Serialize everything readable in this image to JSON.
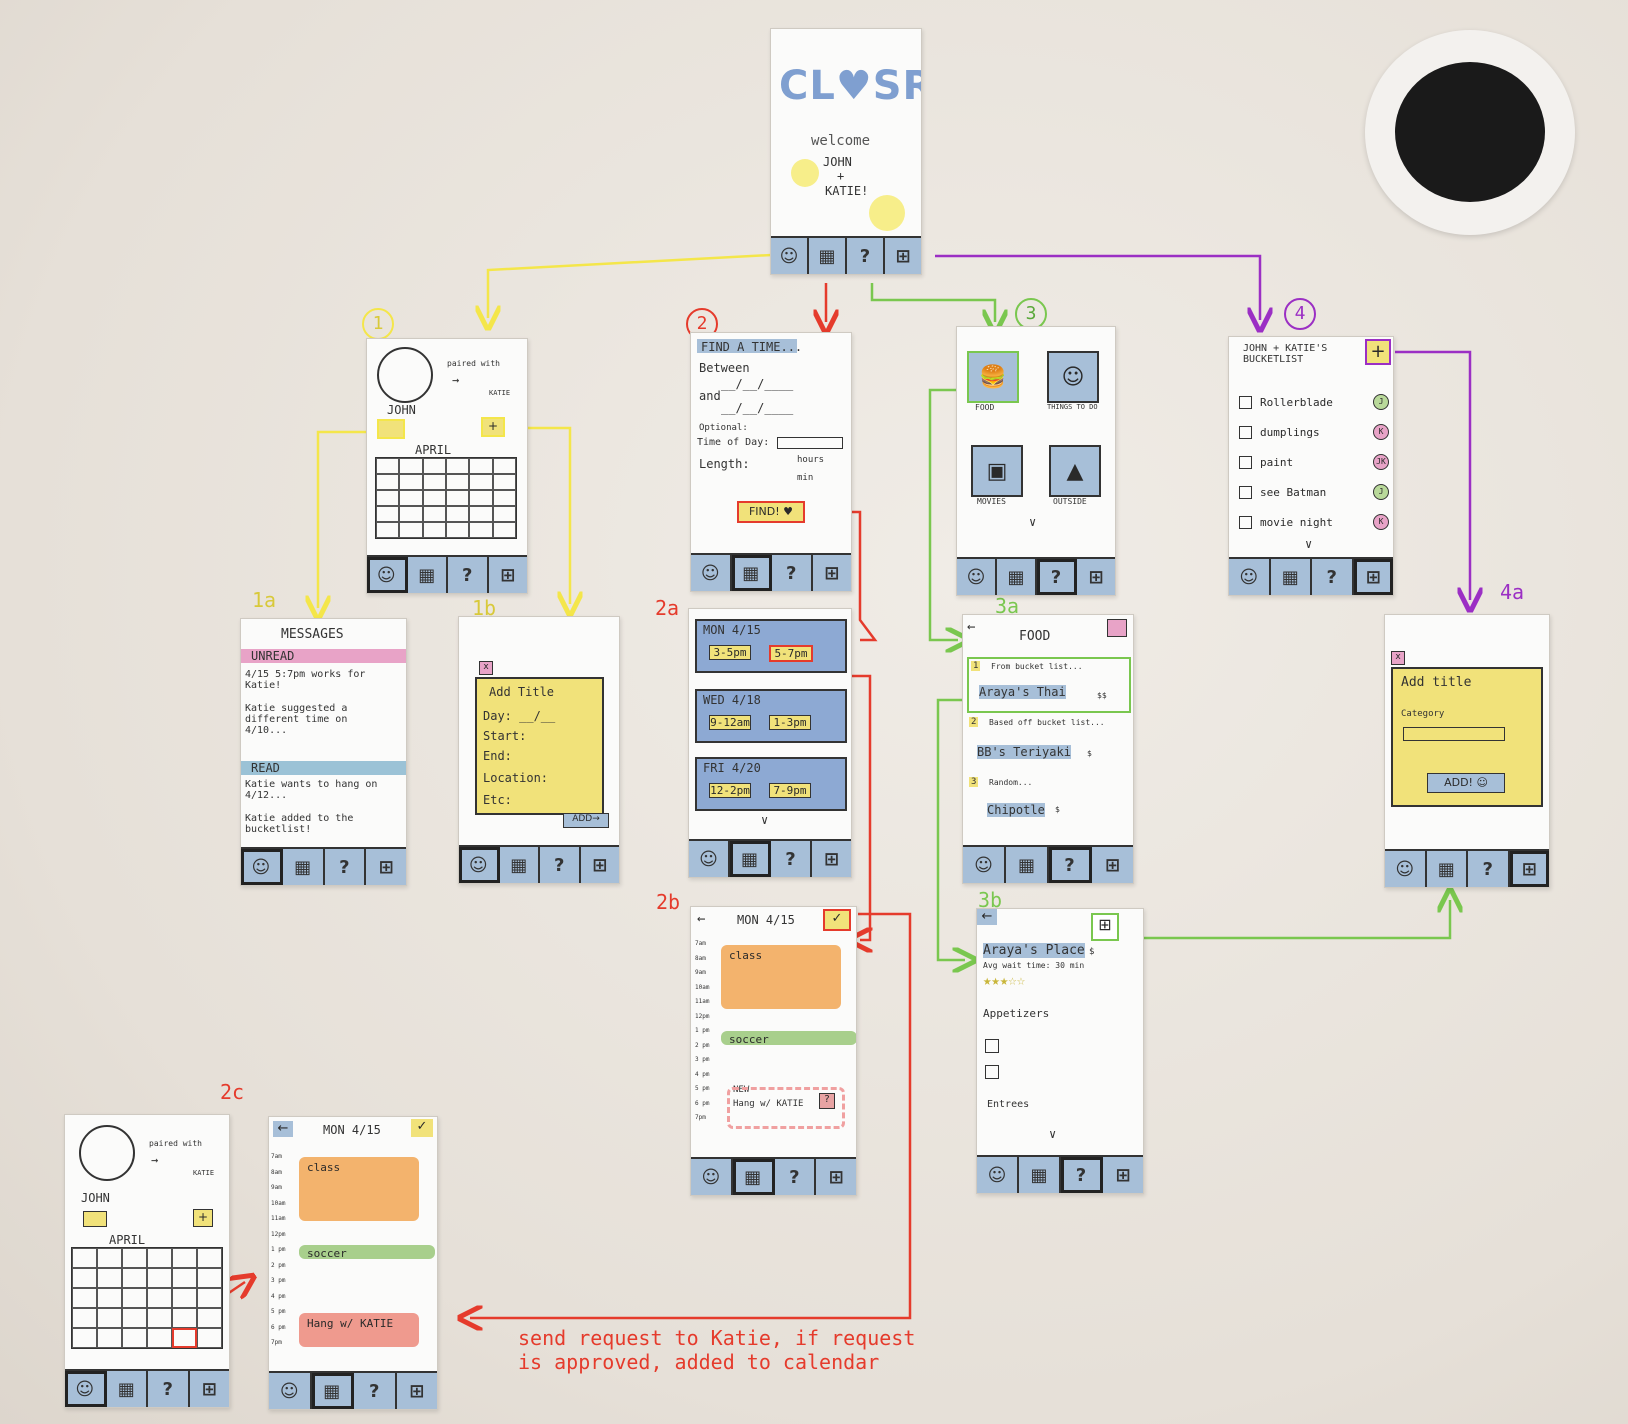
{
  "colors": {
    "yellow": "#f4e64a",
    "red": "#e53b2c",
    "green": "#7ac74f",
    "purple": "#9b2fc4",
    "nav_blue": "#a7bfd8",
    "sticky": "#f1e27a"
  },
  "labels": {
    "s1": "1",
    "s2": "2",
    "s3": "3",
    "s4": "4",
    "s1a": "1a",
    "s1b": "1b",
    "s2a": "2a",
    "s2b": "2b",
    "s2c": "2c",
    "s3a": "3a",
    "s3b": "3b",
    "s4a": "4a"
  },
  "nav": {
    "person": "☺",
    "calendar": "▦",
    "help": "?",
    "cup": "⊞"
  },
  "welcome": {
    "logo": "CL♥SR",
    "line1": "welcome",
    "line2": "JOHN",
    "line3": "+",
    "line4": "KATIE!"
  },
  "profile": {
    "paired": "paired with",
    "arrow": "→",
    "partner": "KATIE",
    "name": "JOHN",
    "month": "APRIL",
    "plus": "+"
  },
  "messages": {
    "title": "MESSAGES",
    "unread": "UNREAD",
    "m1": "4/15 5:7pm works for Katie!",
    "m2": "Katie suggested a different time on 4/10...",
    "read": "READ",
    "m3": "Katie wants to hang on 4/12...",
    "m4": "Katie added to the bucketlist!"
  },
  "add_event": {
    "x": "x",
    "title": "Add Title",
    "day": "Day: __/__",
    "start": "Start:",
    "end": "End:",
    "location": "Location:",
    "etc": "Etc:",
    "add": "ADD→"
  },
  "find": {
    "title": "FIND A TIME...",
    "between": "Between",
    "d1": "__/__/____",
    "and": "and",
    "d2": "__/__/____",
    "optional": "Optional:",
    "tod": "Time of Day:",
    "length": "Length:",
    "hours": "hours",
    "min": "min",
    "btn": "FIND! ♥"
  },
  "results": {
    "d1": "MON 4/15",
    "d1a": "3-5pm",
    "d1b": "5-7pm",
    "d2": "WED 4/18",
    "d2a": "9-12am",
    "d2b": "1-3pm",
    "d3": "FRI 4/20",
    "d3a": "12-2pm",
    "d3b": "7-9pm",
    "more": "∨"
  },
  "day_view": {
    "back": "←",
    "title": "MON 4/15",
    "check": "✓",
    "hours": "7am\n8am\n9am\n10am\n11am\n12pm\n1 pm\n2 pm\n3 pm\n4 pm\n5 pm\n6 pm\n7pm",
    "class": "class",
    "soccer": "soccer",
    "new": "NEW",
    "hang": "Hang w/ KATIE",
    "q": "?"
  },
  "categories": {
    "food": "FOOD",
    "things": "THINGS TO DO",
    "movies": "MOVIES",
    "outside": "OUTSIDE",
    "more": "∨"
  },
  "food_list": {
    "back": "←",
    "title": "FOOD",
    "r1n": "1",
    "r1": "From bucket list...",
    "r1v": "Araya's Thai",
    "r1p": "$$",
    "r2n": "2",
    "r2": "Based off bucket list...",
    "r2v": "BB's Teriyaki",
    "r2p": "$",
    "r3n": "3",
    "r3": "Random...",
    "r3v": "Chipotle",
    "r3p": "$"
  },
  "place": {
    "back": "←",
    "name": "Araya's Place",
    "price": "$",
    "wait": "Avg wait time: 30 min",
    "stars": "★★★☆☆",
    "app": "Appetizers",
    "entrees": "Entrees",
    "more": "∨"
  },
  "bucket": {
    "plus": "+",
    "title": "JOHN + KATIE'S BUCKETLIST",
    "items": [
      "Rollerblade",
      "dumplings",
      "paint",
      "see Batman",
      "movie night"
    ],
    "owners": [
      "J",
      "K",
      "JK",
      "J",
      "K"
    ],
    "more": "∨"
  },
  "add_bucket": {
    "x": "x",
    "title": "Add title",
    "category": "Category",
    "add": "ADD! ☺"
  },
  "note": "send request to Katie, if request is approved, added to calendar"
}
